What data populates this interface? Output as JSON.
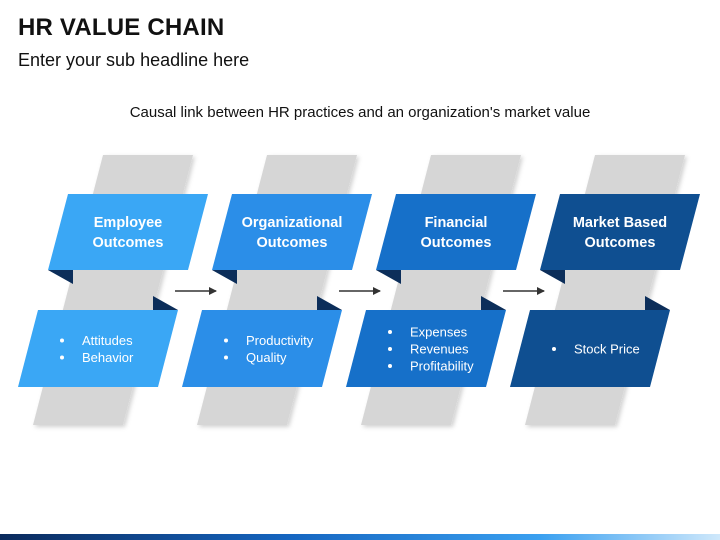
{
  "title": "HR VALUE CHAIN",
  "subtitle": "Enter your sub headline here",
  "caption": "Causal link between HR practices and an organization's market value",
  "colors": {
    "stage_1": "#3aa7f5",
    "stage_2": "#2b8ee8",
    "stage_3": "#1670c9",
    "stage_4": "#0f4f91",
    "fold_shadow": "#0c2e5a",
    "column_gray": "#d6d6d6",
    "arrow": "#333333"
  },
  "icons": {
    "connector": "right-arrow-icon",
    "bullet": "bullet-dot-icon"
  },
  "stages": [
    {
      "heading": [
        "Employee",
        "Outcomes"
      ],
      "bullets": [
        "Attitudes",
        "Behavior"
      ]
    },
    {
      "heading": [
        "Organizational",
        "Outcomes"
      ],
      "bullets": [
        "Productivity",
        "Quality"
      ]
    },
    {
      "heading": [
        "Financial",
        "Outcomes"
      ],
      "bullets": [
        "Expenses",
        "Revenues",
        "Profitability"
      ]
    },
    {
      "heading": [
        "Market Based",
        "Outcomes"
      ],
      "bullets": [
        "Stock Price"
      ]
    }
  ]
}
